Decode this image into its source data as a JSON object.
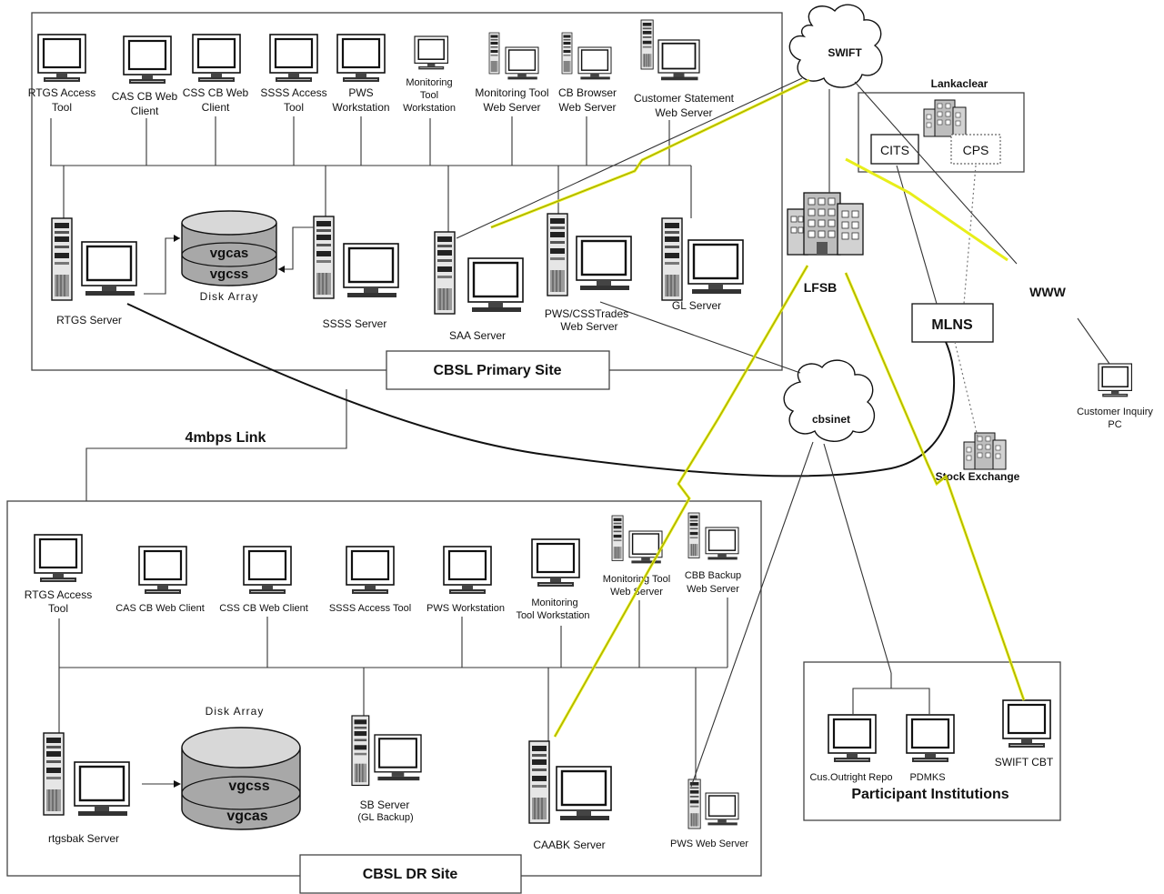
{
  "primary_site": {
    "title": "CBSL Primary Site",
    "clients": [
      [
        "RTGS Access",
        "Tool"
      ],
      [
        "CAS CB Web",
        "Client"
      ],
      [
        "CSS CB Web",
        "Client"
      ],
      [
        "SSSS Access",
        "Tool"
      ],
      [
        "PWS",
        "Workstation"
      ],
      [
        "Monitoring",
        "Tool",
        "Workstation"
      ],
      [
        "Monitoring Tool",
        "Web Server"
      ],
      [
        "CB Browser",
        "Web Server"
      ],
      [
        "Customer Statement",
        "Web Server"
      ]
    ],
    "servers": [
      "RTGS Server",
      "SSSS Server",
      "SAA Server",
      "PWS/CSSTrades",
      "Web Server",
      "GL Server"
    ],
    "disk_array": {
      "label": "Disk Array",
      "disk1": "vgcas",
      "disk2": "vgcss"
    }
  },
  "link": {
    "label": "4mbps Link"
  },
  "dr_site": {
    "title": "CBSL DR Site",
    "clients": [
      [
        "RTGS Access",
        "Tool"
      ],
      [
        "CAS CB Web Client"
      ],
      [
        "CSS CB Web Client"
      ],
      [
        "SSSS Access Tool"
      ],
      [
        "PWS Workstation"
      ],
      [
        "Monitoring",
        "Tool  Workstation"
      ],
      [
        "Monitoring Tool",
        "Web Server"
      ],
      [
        "CBB Backup",
        "Web Server"
      ]
    ],
    "servers": [
      "rtgsbak Server",
      "SB Server",
      "(GL Backup)",
      "CAABK Server",
      "PWS Web Server"
    ],
    "disk_array": {
      "label": "Disk Array",
      "disk1": "vgcss",
      "disk2": "vgcas"
    }
  },
  "external": {
    "swift": "SWIFT",
    "cbsinet": "cbsinet",
    "lankaclear": "Lankaclear",
    "cits": "CITS",
    "cps": "CPS",
    "lfsb": "LFSB",
    "mlns": "MLNS",
    "www": "WWW",
    "stock_exchange": "Stock Exchange",
    "customer_inquiry": [
      "Customer Inquiry",
      "PC"
    ]
  },
  "participants": {
    "title": "Participant Institutions",
    "nodes": [
      "Cus.Outright Repo",
      "PDMKS",
      "SWIFT CBT"
    ]
  }
}
